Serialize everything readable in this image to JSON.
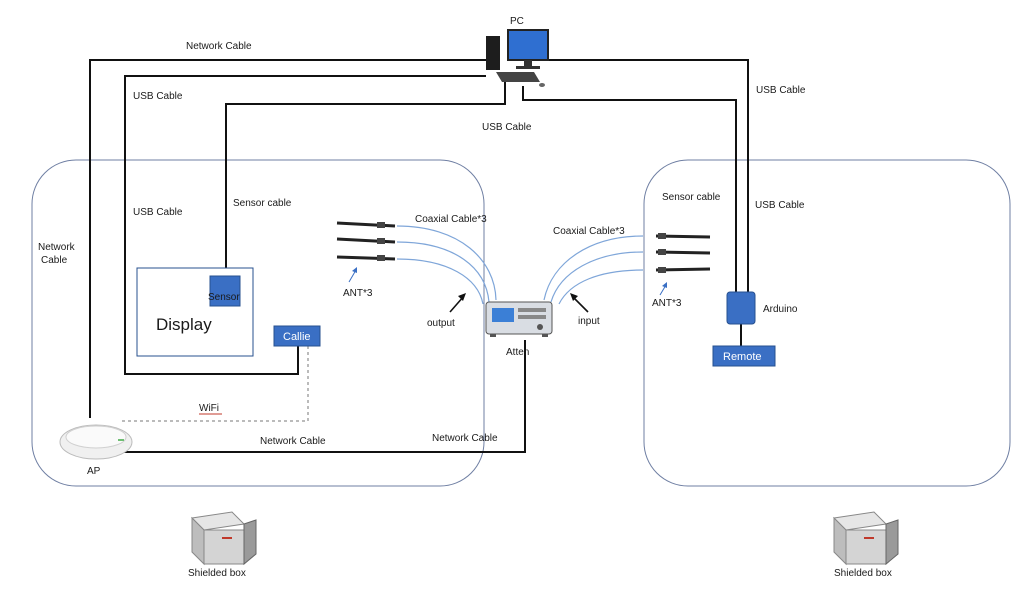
{
  "labels": {
    "pc": "PC",
    "network_cable_top": "Network Cable",
    "usb_cable_left_top": "USB Cable",
    "usb_cable_middle": "USB Cable",
    "usb_cable_right_top": "USB Cable",
    "usb_cable_left_inner": "USB Cable",
    "usb_cable_right_inner": "USB Cable",
    "sensor_cable_left": "Sensor cable",
    "sensor_cable_right": "Sensor cable",
    "network_cable_left_line1": "Network",
    "network_cable_left_line2": "Cable",
    "coax_left": "Coaxial Cable*3",
    "coax_right": "Coaxial Cable*3",
    "ant_left": "ANT*3",
    "ant_right": "ANT*3",
    "output": "output",
    "input": "input",
    "atten": "Atten",
    "sensor": "Sensor",
    "display": "Display",
    "callie": "Callie",
    "wifi": "WiFi",
    "network_cable_bottom_left": "Network Cable",
    "network_cable_bottom_right": "Network Cable",
    "ap": "AP",
    "arduino": "Arduino",
    "remote": "Remote",
    "shielded_box_left": "Shielded box",
    "shielded_box_right": "Shielded box"
  },
  "colors": {
    "node_fill": "#3a6fc4",
    "node_stroke": "#27508f",
    "coax": "#7fa6d9",
    "enclosure": "#6f7fa3",
    "wire": "#111111"
  },
  "icons": [
    "pc-icon",
    "antenna-icon",
    "attenuator-icon",
    "access-point-icon",
    "shielded-box-icon"
  ]
}
